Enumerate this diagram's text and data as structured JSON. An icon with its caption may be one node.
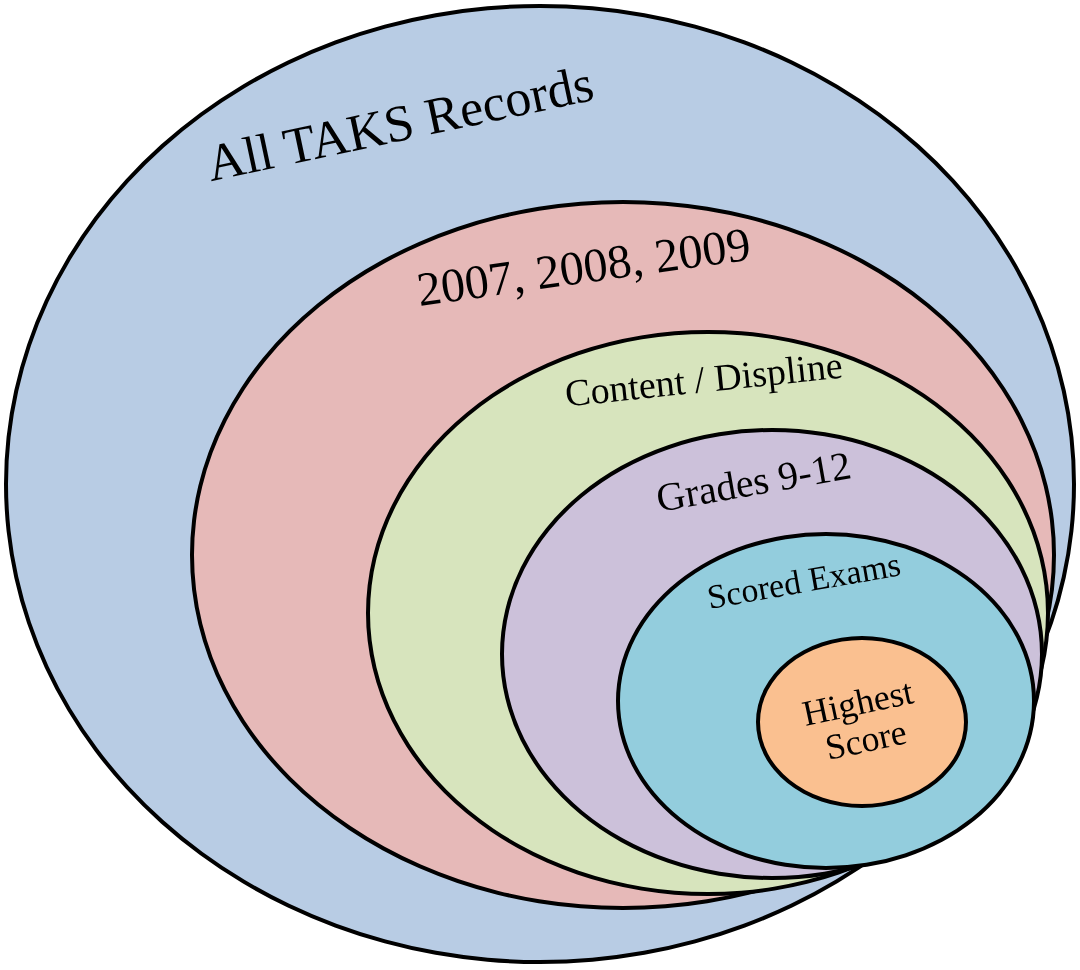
{
  "diagram": {
    "nodes": [
      {
        "text": [
          "All TAKS Records"
        ]
      },
      {
        "text": [
          "2007, 2008, 2009"
        ],
        "in": 0
      },
      {
        "text": [
          "Content / Displine"
        ],
        "in": 1
      },
      {
        "text": [
          "Grades 9-12"
        ],
        "in": 2
      },
      {
        "text": [
          "Scored Exams"
        ],
        "in": 3
      },
      {
        "text": [
          "Highest Score"
        ],
        "in": 4
      }
    ]
  }
}
